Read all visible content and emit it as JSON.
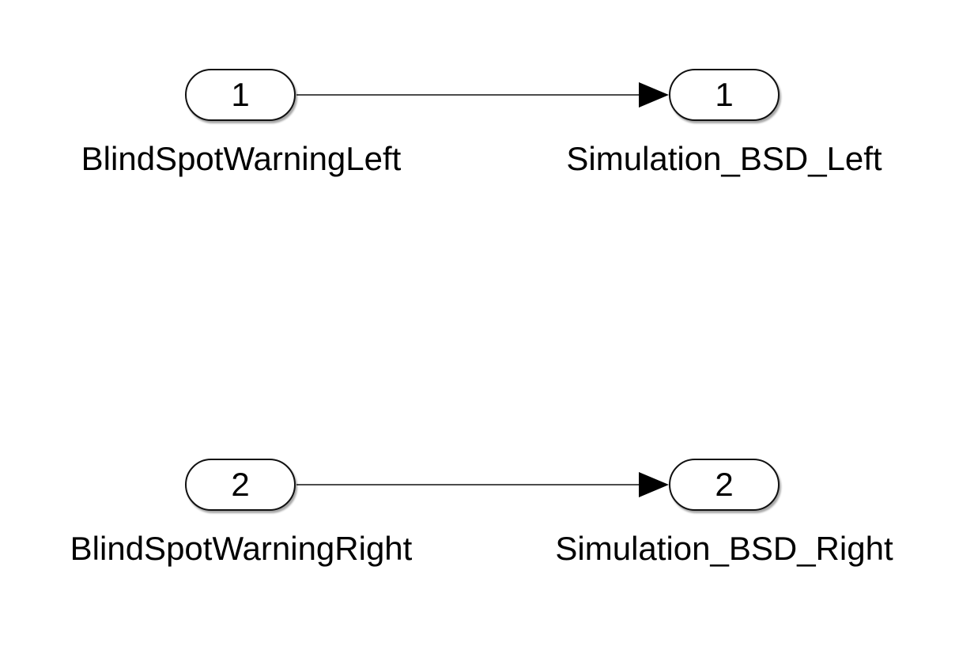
{
  "diagram": {
    "blocks": [
      {
        "id": "inport-left",
        "kind": "inport",
        "number": "1",
        "name": "BlindSpotWarningLeft"
      },
      {
        "id": "outport-left",
        "kind": "outport",
        "number": "1",
        "name": "Simulation_BSD_Left"
      },
      {
        "id": "inport-right",
        "kind": "inport",
        "number": "2",
        "name": "BlindSpotWarningRight"
      },
      {
        "id": "outport-right",
        "kind": "outport",
        "number": "2",
        "name": "Simulation_BSD_Right"
      }
    ],
    "connections": [
      {
        "from": "inport-left",
        "to": "outport-left"
      },
      {
        "from": "inport-right",
        "to": "outport-right"
      }
    ],
    "colors": {
      "background": "#ffffff",
      "stroke": "#111111",
      "text": "#000000"
    }
  }
}
